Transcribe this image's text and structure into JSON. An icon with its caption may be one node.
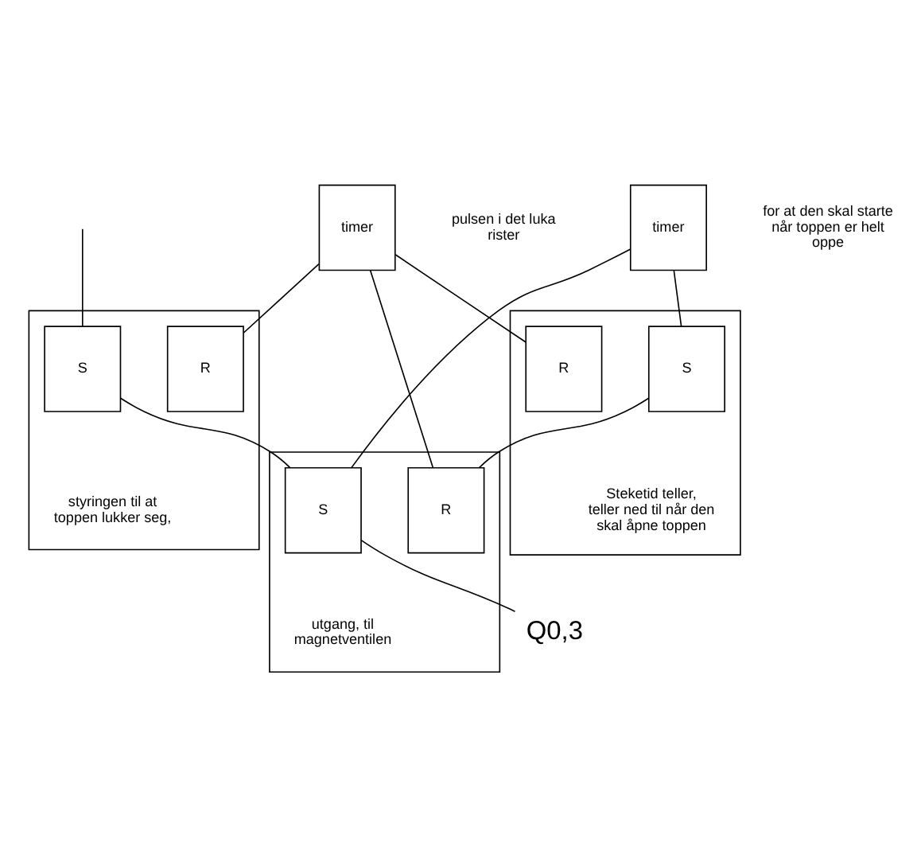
{
  "diagram": {
    "nodes": [
      {
        "text": [
          "timer"
        ],
        "beside": [
          "pulsen i det luka rister"
        ]
      },
      {
        "text": [
          "timer"
        ],
        "beside": [
          "for at den skal starte når toppen er helt oppe"
        ]
      },
      {
        "text": [],
        "shape": "box",
        "beside": [
          "styringen til at toppen lukker seg,"
        ]
      },
      {
        "text": [
          "R"
        ],
        "in": 2
      },
      {
        "text": [
          "S"
        ],
        "in": 2
      },
      {
        "text": [],
        "shape": "box",
        "beside": [
          "Steketid teller, teller ned til når den skal åpne toppen"
        ]
      },
      {
        "text": [
          "R"
        ],
        "in": 5
      },
      {
        "text": [
          "S"
        ],
        "in": 5
      },
      {
        "text": [],
        "shape": "box",
        "beside": [
          "utgang, til magnetventilen"
        ]
      },
      {
        "text": [
          "R"
        ],
        "in": 8
      },
      {
        "text": [
          "S"
        ],
        "in": 8
      },
      {
        "text": [
          "Q0,3"
        ]
      }
    ],
    "edges": [
      {
        "from": 0,
        "to": 3,
        "arrow": "none"
      },
      {
        "from": 0,
        "to": 6,
        "arrow": "none"
      },
      {
        "from": 0,
        "to": 9,
        "arrow": "none"
      },
      {
        "from": 1,
        "to": 7,
        "arrow": "none"
      },
      {
        "from": 1,
        "to": 10,
        "arrow": "none"
      },
      {
        "from": null,
        "to": 4,
        "arrow": "none"
      },
      {
        "from": 4,
        "to": 10,
        "arrow": "none"
      },
      {
        "from": 7,
        "to": 9,
        "arrow": "none"
      },
      {
        "from": 10,
        "to": 11,
        "arrow": "none"
      }
    ]
  }
}
